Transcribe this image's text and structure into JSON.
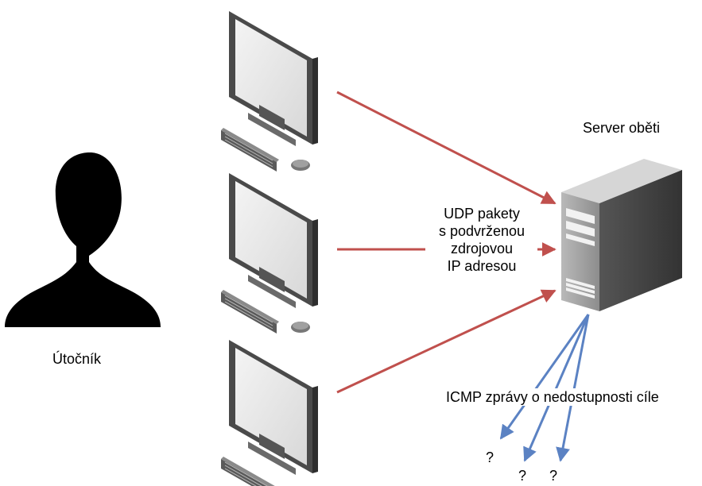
{
  "attacker": {
    "label": "Útočník"
  },
  "server": {
    "label": "Server oběti"
  },
  "packets_label": [
    "UDP pakety",
    "s podvrženou",
    "zdrojovou",
    "IP adresou"
  ],
  "icmp_label": "ICMP zprávy o nedostupnosti cíle",
  "unknown_markers": [
    "?",
    "?",
    "?"
  ],
  "colors": {
    "attack_arrow": "#c0504d",
    "icmp_arrow": "#5b82c3",
    "silhouette": "#000000"
  },
  "icons": {
    "attacker": "person-silhouette-icon",
    "computer": "desktop-computer-icon",
    "server": "server-tower-icon"
  }
}
